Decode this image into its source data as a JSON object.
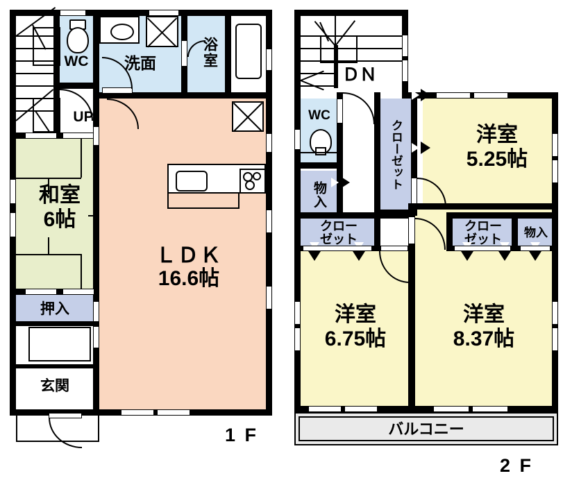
{
  "title": "Japanese house floor plan (madori) - 1F and 2F",
  "floor1": {
    "label": "1 F",
    "rooms": [
      {
        "name": "wc",
        "label": "WC",
        "type": "toilet"
      },
      {
        "name": "washroom",
        "label": "洗面",
        "type": "washroom"
      },
      {
        "name": "bath",
        "label": "浴室",
        "type": "bathroom"
      },
      {
        "name": "stairs-up",
        "label": "UP",
        "type": "stairs"
      },
      {
        "name": "japanese-room",
        "label_top": "和室",
        "label_bottom": "6帖",
        "area": "6帖",
        "type": "tatami"
      },
      {
        "name": "ldk",
        "label_top": "ＬＤＫ",
        "label_bottom": "16.6帖",
        "area": "16.6帖",
        "type": "living"
      },
      {
        "name": "oshiire",
        "label": "押入",
        "type": "closet"
      },
      {
        "name": "genkan",
        "label": "玄関",
        "type": "entrance"
      }
    ]
  },
  "floor2": {
    "label": "2 F",
    "rooms": [
      {
        "name": "stairs-down",
        "label": "ＤＮ",
        "type": "stairs"
      },
      {
        "name": "wc",
        "label": "WC",
        "type": "toilet"
      },
      {
        "name": "monoire-upper",
        "label": "物入",
        "type": "storage"
      },
      {
        "name": "closet-hall-vertical",
        "label": "クローゼット",
        "type": "closet"
      },
      {
        "name": "bedroom-north",
        "label_top": "洋室",
        "label_bottom": "5.25帖",
        "area": "5.25帖",
        "type": "western"
      },
      {
        "name": "closet-left",
        "label_line1": "クロー",
        "label_line2": "ゼット",
        "type": "closet"
      },
      {
        "name": "closet-right",
        "label_line1": "クロー",
        "label_line2": "ゼット",
        "type": "closet"
      },
      {
        "name": "monoire-right",
        "label": "物入",
        "type": "storage"
      },
      {
        "name": "bedroom-southwest",
        "label_top": "洋室",
        "label_bottom": "6.75帖",
        "area": "6.75帖",
        "type": "western"
      },
      {
        "name": "bedroom-southeast",
        "label_top": "洋室",
        "label_bottom": "8.37帖",
        "area": "8.37帖",
        "type": "western"
      },
      {
        "name": "balcony",
        "label": "バルコニー",
        "type": "balcony"
      }
    ]
  },
  "colors": {
    "wall": "#000000",
    "living_pink": "#FAD7C0",
    "tatami_green": "#E8EECB",
    "western_yellow": "#FAF6C8",
    "water_blue": "#D2E7F5",
    "closet_blue": "#C5CFE8",
    "balcony_gray": "#EAEAEA",
    "background": "#FFFFFF"
  }
}
